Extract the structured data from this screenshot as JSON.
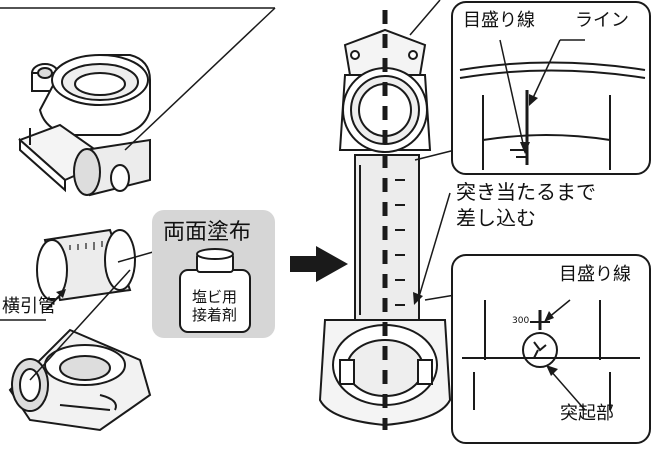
{
  "labels": {
    "both_sides": "両面塗布",
    "branch_pipe": "横引管",
    "glue_line1": "塩ビ用",
    "glue_line2": "接着剤",
    "insert_line1": "突き当たるまで",
    "insert_line2": "差し込む",
    "detail_top_scale": "目盛り線",
    "detail_top_line": "ライン",
    "detail_bottom_scale": "目盛り線",
    "detail_bottom_protrusion": "突起部",
    "scale_small": "300"
  },
  "colors": {
    "panel_bg": "#d6d6d6",
    "stroke": "#1a1a1a",
    "arrow": "#1a1a1a",
    "pipe_fill": "#ececec"
  }
}
